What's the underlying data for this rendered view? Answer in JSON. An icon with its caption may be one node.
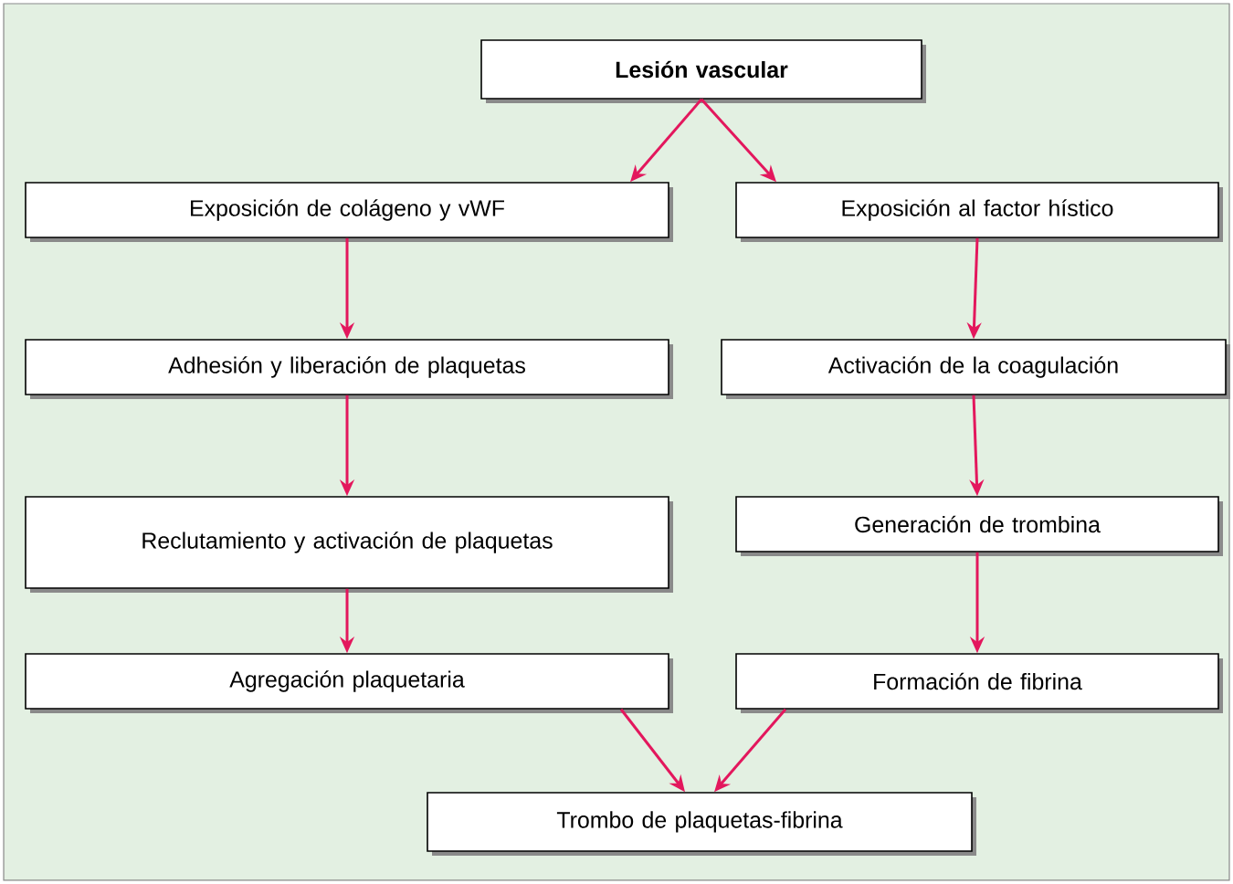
{
  "diagram": {
    "nodes": [
      {
        "text": [
          "Lesión vascular"
        ]
      },
      {
        "text": [
          "Exposición de colágeno y vWF"
        ]
      },
      {
        "text": [
          "Exposición al factor hístico"
        ]
      },
      {
        "text": [
          "Adhesión y liberación de plaquetas"
        ]
      },
      {
        "text": [
          "Activación de la coagulación"
        ]
      },
      {
        "text": [
          "Reclutamiento y activación de plaquetas"
        ]
      },
      {
        "text": [
          "Generación de trombina"
        ]
      },
      {
        "text": [
          "Agregación plaquetaria"
        ]
      },
      {
        "text": [
          "Formación de fibrina"
        ]
      },
      {
        "text": [
          "Trombo de plaquetas-fibrina"
        ]
      }
    ],
    "edges": [
      {
        "from": 0,
        "to": 1,
        "arrow": "to"
      },
      {
        "from": 0,
        "to": 2,
        "arrow": "to"
      },
      {
        "from": 1,
        "to": 3,
        "arrow": "to"
      },
      {
        "from": 3,
        "to": 5,
        "arrow": "to"
      },
      {
        "from": 5,
        "to": 7,
        "arrow": "to"
      },
      {
        "from": 2,
        "to": 4,
        "arrow": "to"
      },
      {
        "from": 4,
        "to": 6,
        "arrow": "to"
      },
      {
        "from": 6,
        "to": 8,
        "arrow": "to"
      },
      {
        "from": 7,
        "to": 9,
        "arrow": "to"
      },
      {
        "from": 8,
        "to": 9,
        "arrow": "to"
      }
    ]
  }
}
